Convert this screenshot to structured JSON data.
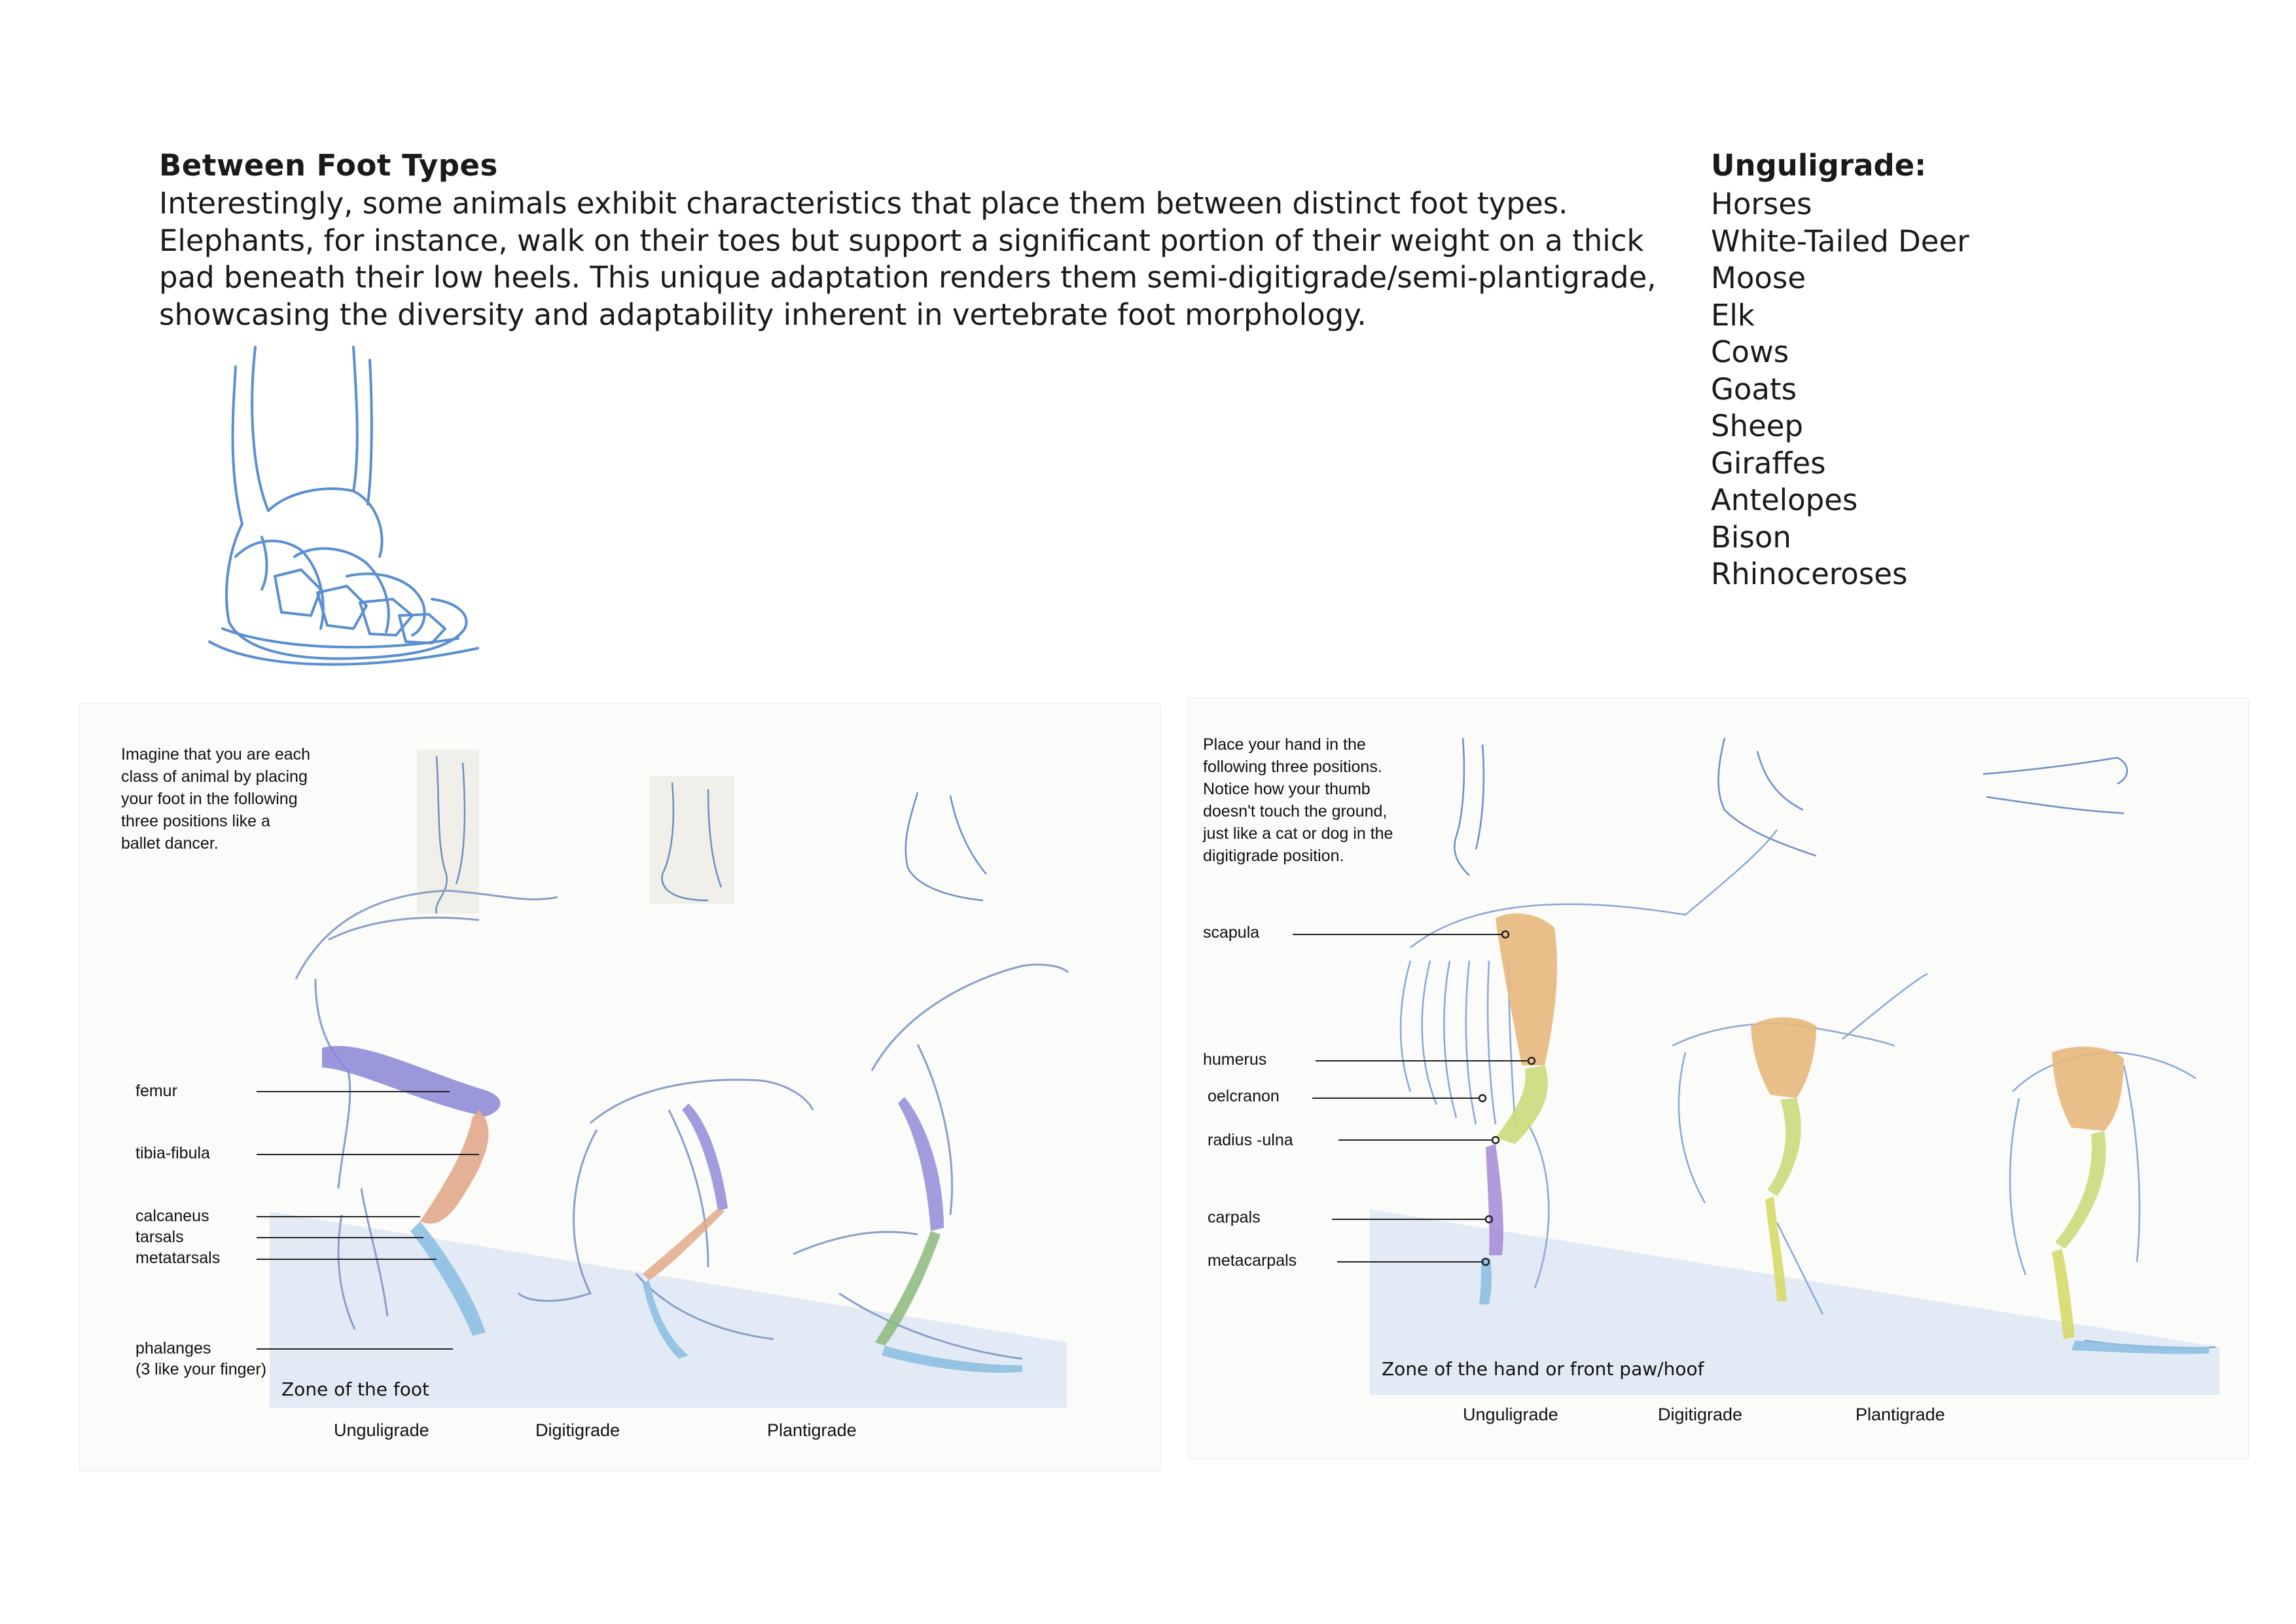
{
  "text": {
    "heading": "Between Foot Types",
    "paragraph_lines": [
      "Interestingly, some animals exhibit characteristics that place them between distinct foot types.",
      "Elephants, for instance, walk on their toes but support a significant portion of their weight on a thick",
      "pad beneath their low heels. This unique adaptation renders them semi-digitigrade/semi-plantigrade,",
      "showcasing the diversity and adaptability inherent in vertebrate foot morphology."
    ]
  },
  "sidebar": {
    "title": "Unguligrade:",
    "animals": [
      "Horses",
      "White-Tailed Deer",
      "Moose",
      "Elk",
      "Cows",
      "Goats",
      "Sheep",
      "Giraffes",
      "Antelopes",
      "Bison",
      "Rhinoceroses"
    ]
  },
  "left_panel": {
    "instruction_lines": [
      "Imagine that you are each",
      "class of animal by placing",
      "your foot in the following",
      "three positions like a",
      "ballet dancer."
    ],
    "labels": {
      "femur": "femur",
      "tibia": "tibia-fibula",
      "calcaneus": "calcaneus",
      "tarsals": "tarsals",
      "metatarsals": "metatarsals",
      "phalanges": "phalanges",
      "phalanges_note": "(3 like your finger)"
    },
    "zone_label": "Zone of the foot",
    "captions": [
      "Unguligrade",
      "Digitigrade",
      "Plantigrade"
    ]
  },
  "right_panel": {
    "instruction_lines": [
      "Place your hand in the",
      "following three positions.",
      "Notice how your thumb",
      "doesn't touch the ground,",
      "just like a cat or dog in the",
      "digitigrade position."
    ],
    "labels": {
      "scapula": "scapula",
      "humerus": "humerus",
      "olecranon": "oelcranon",
      "radius": "radius -ulna",
      "carpals": "carpals",
      "metacarpals": "metacarpals"
    },
    "zone_label": "Zone of the hand or front paw/hoof",
    "captions": [
      "Unguligrade",
      "Digitigrade",
      "Plantigrade"
    ]
  },
  "colors": {
    "sketch_blue": "#5a8fd0",
    "zone_blue": "#dde8f4",
    "femur_purple": "#8a85d6",
    "tibia_salmon": "#e2a98b",
    "scapula_tan": "#e8b77c",
    "humerus_green": "#c9dc7a",
    "radius_purple": "#a98fd8",
    "metapodial_blue": "#8fc0e2",
    "joint_red": "#d04050"
  }
}
